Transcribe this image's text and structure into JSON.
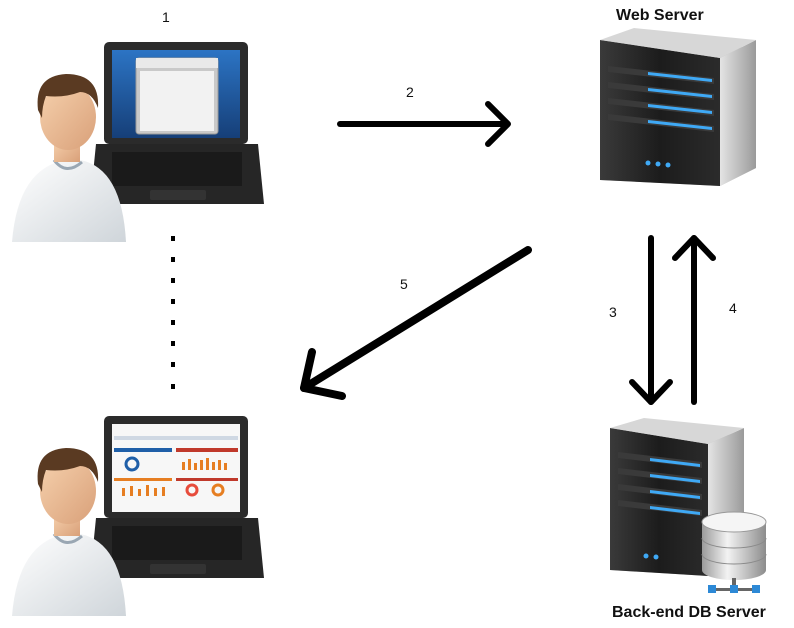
{
  "labels": {
    "step1": "1",
    "step2": "2",
    "step3": "3",
    "step4": "4",
    "step5": "5",
    "web_server": "Web Server",
    "db_server": "Back-end DB Server"
  },
  "icons": {
    "user_top": "user-icon",
    "laptop_top": "laptop-browser-icon",
    "user_bottom": "user-icon",
    "laptop_bottom": "laptop-dashboard-icon",
    "web_server": "server-tower-icon",
    "db_server": "database-server-icon"
  },
  "colors": {
    "arrow": "#000000",
    "laptop_body": "#2b2b2b",
    "screen_blue": "#1f5fa8",
    "server_body": "#232323",
    "server_light": "#3fa9f5",
    "skin": "#f0c29b",
    "hair": "#5a3a22",
    "shirt": "#e9ecef"
  }
}
